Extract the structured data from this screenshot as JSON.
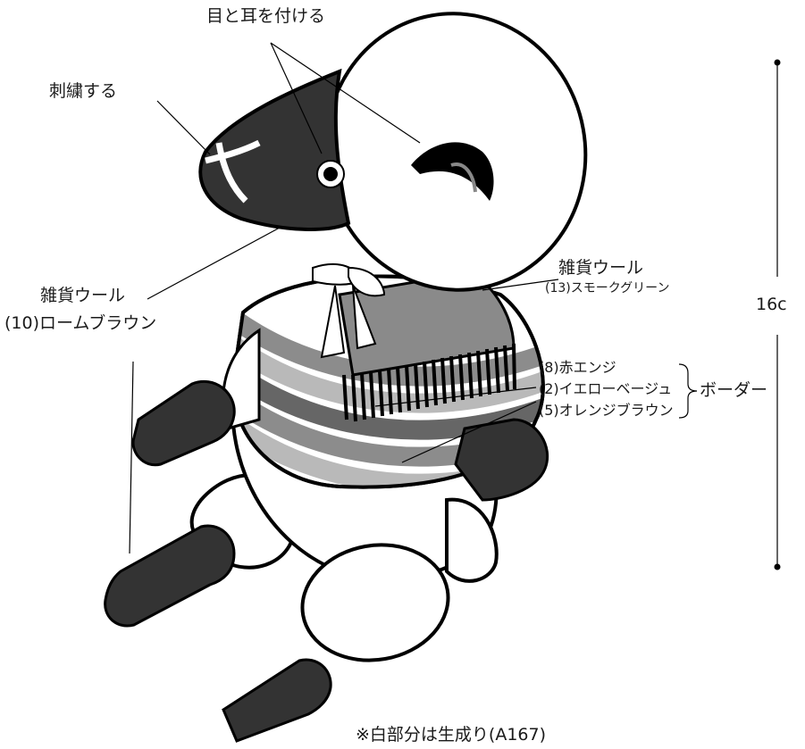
{
  "labels": {
    "eyes_ears": "目と耳を付ける",
    "embroider": "刺繍する",
    "wool_left_name": "雑貨ウール",
    "wool_left_color": "(10)ロームブラウン",
    "wool_right_name": "雑貨ウール",
    "wool_right_color": "(13)スモークグリーン",
    "stripe_1": "(8)赤エンジ",
    "stripe_2": "(2)イエローベージュ",
    "stripe_3": "(5)オレンジブラウン",
    "border": "ボーダー",
    "height": "16c",
    "note": "※白部分は生成り(A167)"
  },
  "colors": {
    "dark": "#333333",
    "outline": "#000000",
    "white": "#ffffff",
    "stripe_a": "#8c8c8c",
    "stripe_b": "#b9b9b9",
    "stripe_c": "#666666",
    "scarf": "#8a8a8a"
  }
}
